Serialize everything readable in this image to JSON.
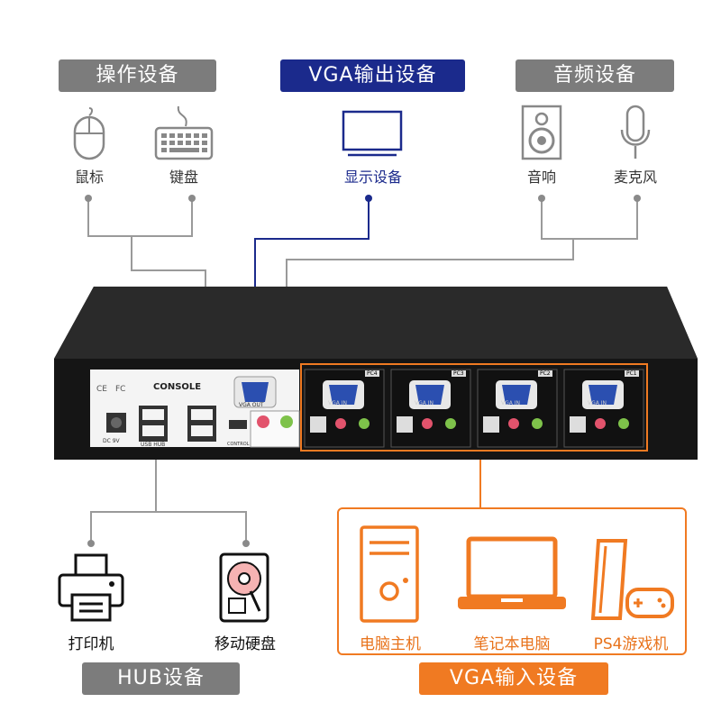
{
  "groups": {
    "operation": "操作设备",
    "vga_out": "VGA输出设备",
    "audio": "音频设备",
    "hub": "HUB设备",
    "vga_in": "VGA输入设备"
  },
  "devices": {
    "mouse": "鼠标",
    "keyboard": "键盘",
    "display": "显示设备",
    "speaker": "音响",
    "microphone": "麦克风",
    "printer": "打印机",
    "hdd": "移动硬盘",
    "pc_host": "电脑主机",
    "laptop": "笔记本电脑",
    "ps4": "PS4游戏机"
  },
  "panel": {
    "ce": "CE",
    "fc": "FC",
    "console": "CONSOLE",
    "dc": "DC 9V",
    "usb_hub": "USB HUB",
    "control": "CONTROL",
    "vga_out": "VGA OUT",
    "vga_in": "VGA IN",
    "ports": [
      "PC4",
      "PC3",
      "PC2",
      "PC1"
    ]
  },
  "colors": {
    "navy": "#1b2a8c",
    "orange": "#f07a22",
    "gray": "#7c7c7c"
  }
}
